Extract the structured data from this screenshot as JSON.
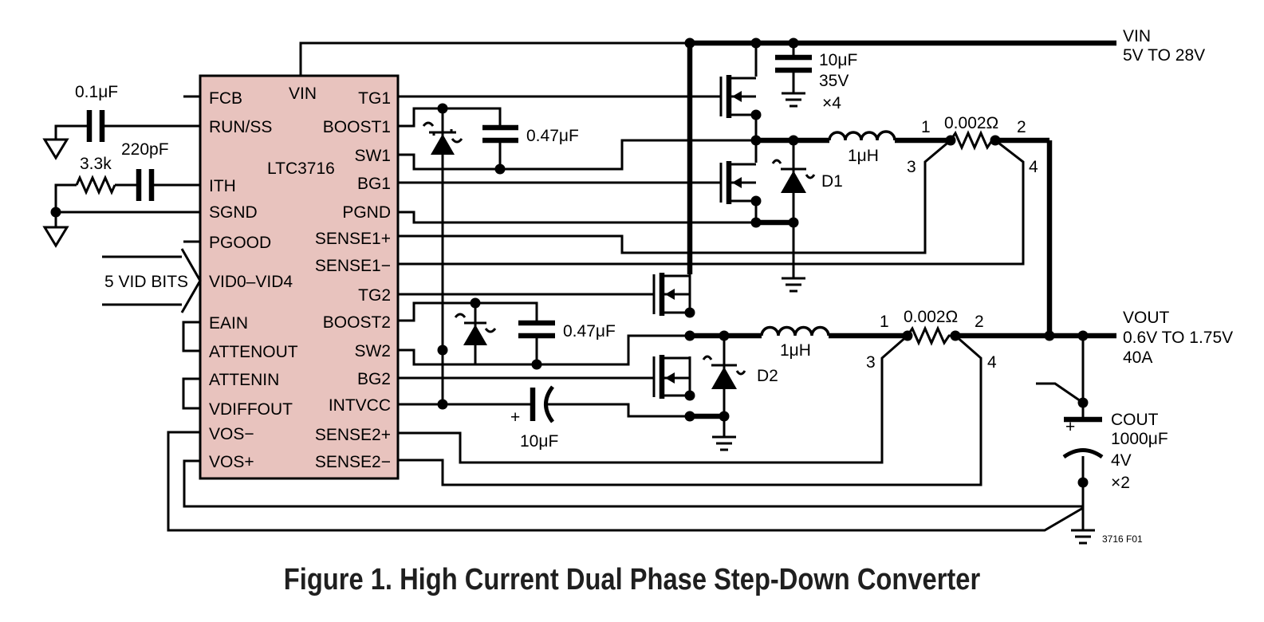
{
  "caption": "Figure 1. High Current Dual Phase Step-Down Converter",
  "figure_code": "3716 F01",
  "ic": {
    "name": "LTC3716",
    "fill": "#e8c3be",
    "left_pins": [
      "FCB",
      "RUN/SS",
      "ITH",
      "SGND",
      "PGOOD",
      "VID0–VID4",
      "EAIN",
      "ATTENOUT",
      "ATTENIN",
      "VDIFFOUT",
      "VOS−",
      "VOS+"
    ],
    "right_pins": [
      "TG1",
      "BOOST1",
      "SW1",
      "BG1",
      "PGND",
      "SENSE1+",
      "SENSE1−",
      "TG2",
      "BOOST2",
      "SW2",
      "BG2",
      "INTVCC",
      "SENSE2+",
      "SENSE2−"
    ],
    "top_pin": "VIN"
  },
  "labels": {
    "cap_run": "0.1μF",
    "res_ith": "3.3k",
    "cap_ith": "220pF",
    "vid_bus": "5 VID BITS",
    "cap_boost1": "0.47μF",
    "cap_boost2": "0.47μF",
    "cap_intvcc": "10μF",
    "cin_1": "10μF",
    "cin_2": "35V",
    "cin_3": "×4",
    "ind_1": "1μH",
    "ind_2": "1μH",
    "rsense_1": "0.002Ω",
    "rsense_2": "0.002Ω",
    "diode_1": "D1",
    "diode_2": "D2",
    "vin_name": "VIN",
    "vin_range": "5V TO 28V",
    "vout_name": "VOUT",
    "vout_range": "0.6V TO 1.75V",
    "vout_current": "40A",
    "cout_name": "COUT",
    "cout_1": "1000μF",
    "cout_2": "4V",
    "cout_3": "×2",
    "pin1": "1",
    "pin2": "2",
    "pin3": "3",
    "pin4": "4"
  }
}
